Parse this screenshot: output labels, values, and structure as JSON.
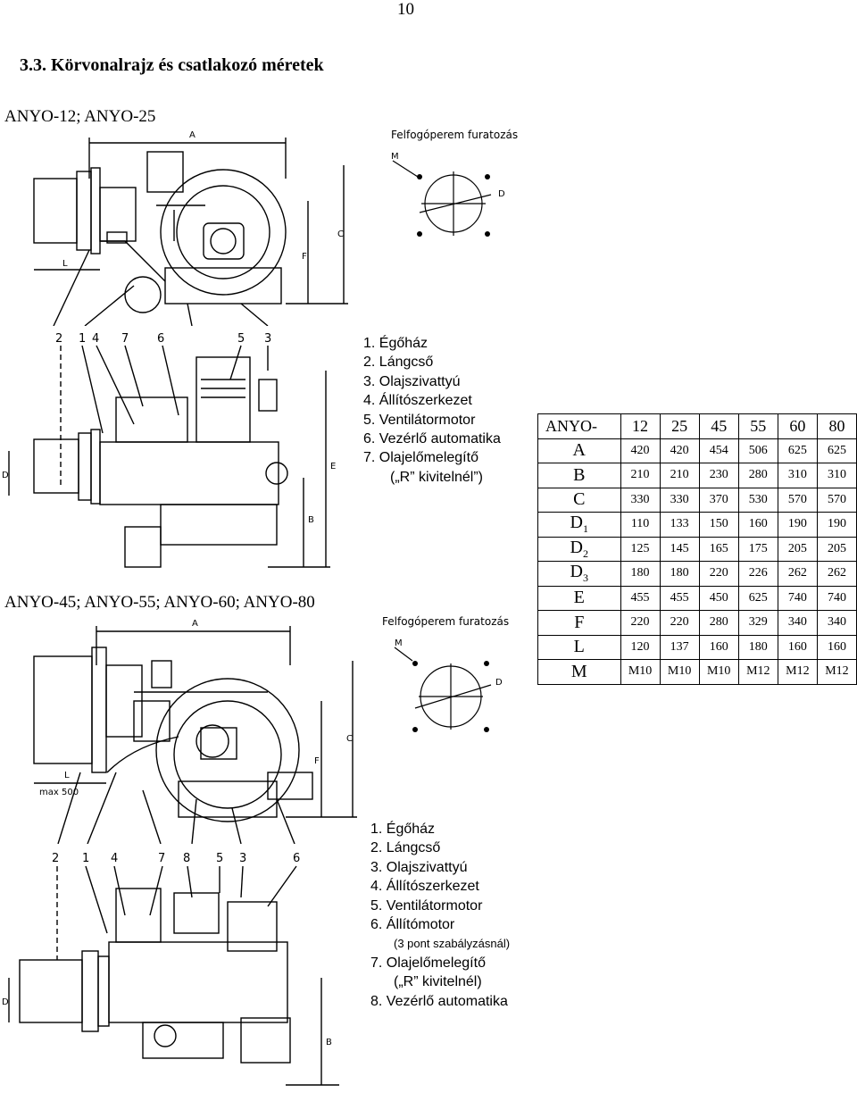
{
  "page": {
    "number": "10"
  },
  "section": {
    "title": "3.3. Körvonalrajz és csatlakozó méretek"
  },
  "models": {
    "top": "ANYO-12; ANYO-25",
    "bottom": "ANYO-45; ANYO-55; ANYO-60; ANYO-80"
  },
  "drawing_labels": {
    "flange_title": "Felfogóperem furatozás",
    "dims": [
      "A",
      "L",
      "C",
      "F",
      "M",
      "D",
      "E",
      "B",
      "max 500"
    ],
    "top_callouts": [
      "2",
      "1",
      "4",
      "7",
      "6",
      "5",
      "3"
    ],
    "bottom_callouts": [
      "2",
      "1",
      "4",
      "7",
      "8",
      "5",
      "3",
      "6"
    ]
  },
  "legend_top": [
    "1. Égőház",
    "2. Lángcső",
    "3. Olajszivattyú",
    "4. Állítószerkezet",
    "5. Ventilátormotor",
    "6. Vezérlő automatika",
    "7. Olajelőmelegítő",
    "(„R” kivitelnél”)"
  ],
  "legend_bottom": [
    "1. Égőház",
    "2. Lángcső",
    "3. Olajszivattyú",
    "4. Állítószerkezet",
    "5. Ventilátormotor",
    "6. Állítómotor",
    "(3 pont szabályzásnál)",
    "7. Olajelőmelegítő",
    "(„R” kivitelnél)",
    "8. Vezérlő automatika"
  ],
  "dimension_table": {
    "header_label": "ANYO-",
    "columns": [
      "12",
      "25",
      "45",
      "55",
      "60",
      "80"
    ],
    "rows": [
      {
        "label": "A",
        "sub": "",
        "values": [
          "420",
          "420",
          "454",
          "506",
          "625",
          "625"
        ]
      },
      {
        "label": "B",
        "sub": "",
        "values": [
          "210",
          "210",
          "230",
          "280",
          "310",
          "310"
        ]
      },
      {
        "label": "C",
        "sub": "",
        "values": [
          "330",
          "330",
          "370",
          "530",
          "570",
          "570"
        ]
      },
      {
        "label": "D",
        "sub": "1",
        "values": [
          "110",
          "133",
          "150",
          "160",
          "190",
          "190"
        ]
      },
      {
        "label": "D",
        "sub": "2",
        "values": [
          "125",
          "145",
          "165",
          "175",
          "205",
          "205"
        ]
      },
      {
        "label": "D",
        "sub": "3",
        "values": [
          "180",
          "180",
          "220",
          "226",
          "262",
          "262"
        ]
      },
      {
        "label": "E",
        "sub": "",
        "values": [
          "455",
          "455",
          "450",
          "625",
          "740",
          "740"
        ]
      },
      {
        "label": "F",
        "sub": "",
        "values": [
          "220",
          "220",
          "280",
          "329",
          "340",
          "340"
        ]
      },
      {
        "label": "L",
        "sub": "",
        "values": [
          "120",
          "137",
          "160",
          "180",
          "160",
          "160"
        ]
      },
      {
        "label": "M",
        "sub": "",
        "values": [
          "M10",
          "M10",
          "M10",
          "M12",
          "M12",
          "M12"
        ]
      }
    ]
  }
}
